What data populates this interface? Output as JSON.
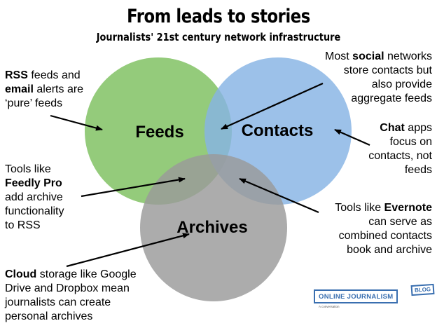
{
  "header": {
    "title": "From leads to stories",
    "subtitle": "Journalists' 21st century network infrastructure"
  },
  "circles": [
    {
      "label": "Feeds",
      "color": "#7dc05e"
    },
    {
      "label": "Contacts",
      "color": "#86b3e4"
    },
    {
      "label": "Archives",
      "color": "#9a9a9a"
    }
  ],
  "notes": {
    "rss": {
      "strong1": "RSS",
      "text1": " feeds and",
      "strong2": "email",
      "text2": " alerts are",
      "text3": "‘pure’ feeds"
    },
    "social": {
      "text1": "Most ",
      "strong": "social",
      "text2": " networks",
      "text3": "store contacts but",
      "text4": "also provide",
      "text5": "aggregate feeds"
    },
    "chat": {
      "strong": "Chat",
      "text1": " apps",
      "text2": "focus on",
      "text3": "contacts, not",
      "text4": "feeds"
    },
    "feedly": {
      "text1": "Tools like",
      "strong": "Feedly Pro",
      "text2": "add archive",
      "text3": "functionality",
      "text4": "to RSS"
    },
    "evernote": {
      "text1": "Tools like ",
      "strong": "Evernote",
      "text2": "can serve as",
      "text3": "combined contacts",
      "text4": "book and archive"
    },
    "cloud": {
      "strong": "Cloud",
      "text1": " storage like Google",
      "text2": "Drive and Dropbox mean",
      "text3": "journalists can create",
      "text4": "personal archives"
    }
  },
  "logo": {
    "name": "ONLINE JOURNALISM",
    "badge": "BLOG",
    "tagline": "A conversation",
    "color": "#3a6fb0"
  }
}
